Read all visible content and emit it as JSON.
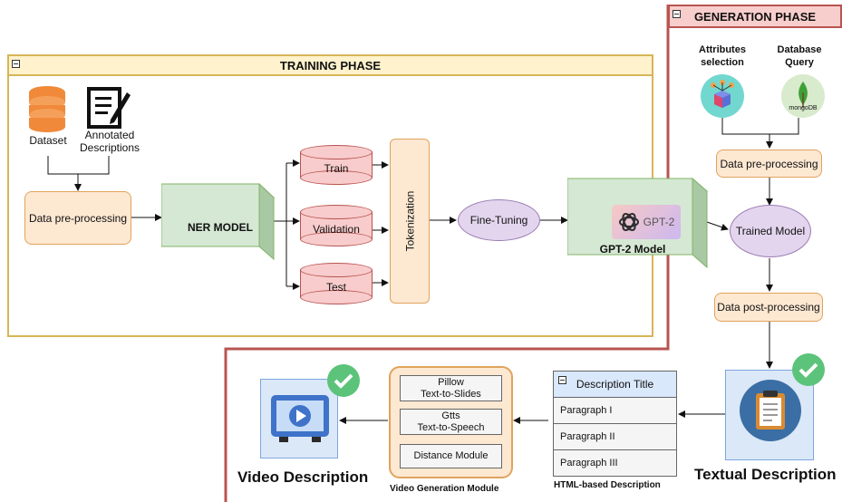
{
  "training": {
    "title": "TRAINING PHASE"
  },
  "generation": {
    "title": "GENERATION PHASE"
  },
  "inputs": {
    "dataset": "Dataset",
    "annotated": "Annotated\nDescriptions"
  },
  "nodes": {
    "data_preprocessing_train": "Data pre-processing",
    "ner_model": "NER MODEL",
    "train": "Train",
    "validation": "Validation",
    "test": "Test",
    "tokenization": "Tokenization",
    "fine_tuning": "Fine-Tuning",
    "gpt2_logo_text": "GPT-2",
    "gpt2_model": "GPT-2 Model",
    "attributes_selection": "Attributes\nselection",
    "database_query": "Database\nQuery",
    "mongodb": "mongoDB",
    "data_preprocessing_gen": "Data pre-processing",
    "trained_model": "Trained Model",
    "data_postprocessing": "Data post-processing"
  },
  "outputs": {
    "textual_description": "Textual Description",
    "html_description_title": "Description Title",
    "paragraphs": [
      "Paragraph I",
      "Paragraph II",
      "Paragraph III"
    ],
    "html_description_label": "HTML-based Description",
    "pillow": "Pillow\nText-to-Slides",
    "gtts": "Gtts\nText-to-Speech",
    "distance": "Distance Module",
    "video_module_label": "Video Generation Module",
    "video_description": "Video Description"
  },
  "colors": {
    "training_border": "#d6b656",
    "training_header": "#fff2cc",
    "generation_border": "#b85450",
    "generation_header": "#f8cecc",
    "check": "#5cc37a",
    "ner_green": "#d5e8d4",
    "dataset_orange": "#f08a3a"
  }
}
